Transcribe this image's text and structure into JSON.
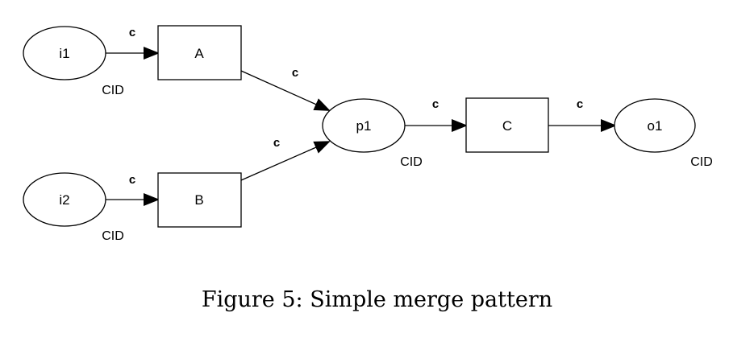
{
  "diagram": {
    "places": {
      "i1": "i1",
      "i2": "i2",
      "p1": "p1",
      "o1": "o1"
    },
    "transitions": {
      "A": "A",
      "B": "B",
      "C": "C"
    },
    "arc_label": "c",
    "color_set": "CID"
  },
  "caption": "Figure 5: Simple merge pattern"
}
